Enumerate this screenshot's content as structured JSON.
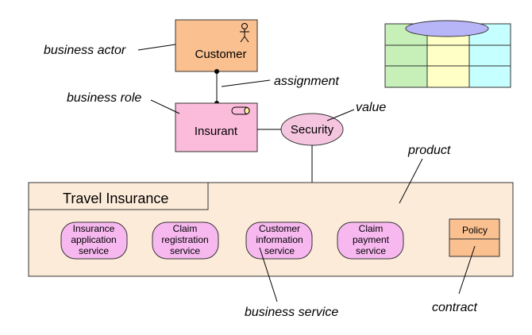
{
  "colors": {
    "actor_fill": "#FAC090",
    "role_fill": "#FBBCDB",
    "service_fill": "#F7B8F0",
    "product_fill": "#FDEBD9",
    "value_fill": "#F5C5E0",
    "contract_fill": "#FAC090",
    "grid_green": "#C6F0B8",
    "grid_yellow": "#FFFFC6",
    "grid_cyan": "#C6FFFF",
    "ellipse_fill": "#B8B4F8"
  },
  "nodes": {
    "customer": {
      "label": "Customer",
      "icon": "stick-figure-icon"
    },
    "insurant": {
      "label": "Insurant",
      "icon": "role-cylinder-icon"
    },
    "security": {
      "label": "Security"
    },
    "product": {
      "label": "Travel Insurance"
    },
    "services": [
      {
        "line1": "Insurance",
        "line2": "application",
        "line3": "service"
      },
      {
        "line1": "Claim",
        "line2": "registration",
        "line3": "service"
      },
      {
        "line1": "Customer",
        "line2": "information",
        "line3": "service"
      },
      {
        "line1": "Claim",
        "line2": "payment",
        "line3": "service"
      }
    ],
    "policy": {
      "label": "Policy"
    }
  },
  "annotations": {
    "business_actor": "business actor",
    "assignment": "assignment",
    "business_role": "business role",
    "value": "value",
    "product": "product",
    "business_service": "business service",
    "contract": "contract"
  }
}
